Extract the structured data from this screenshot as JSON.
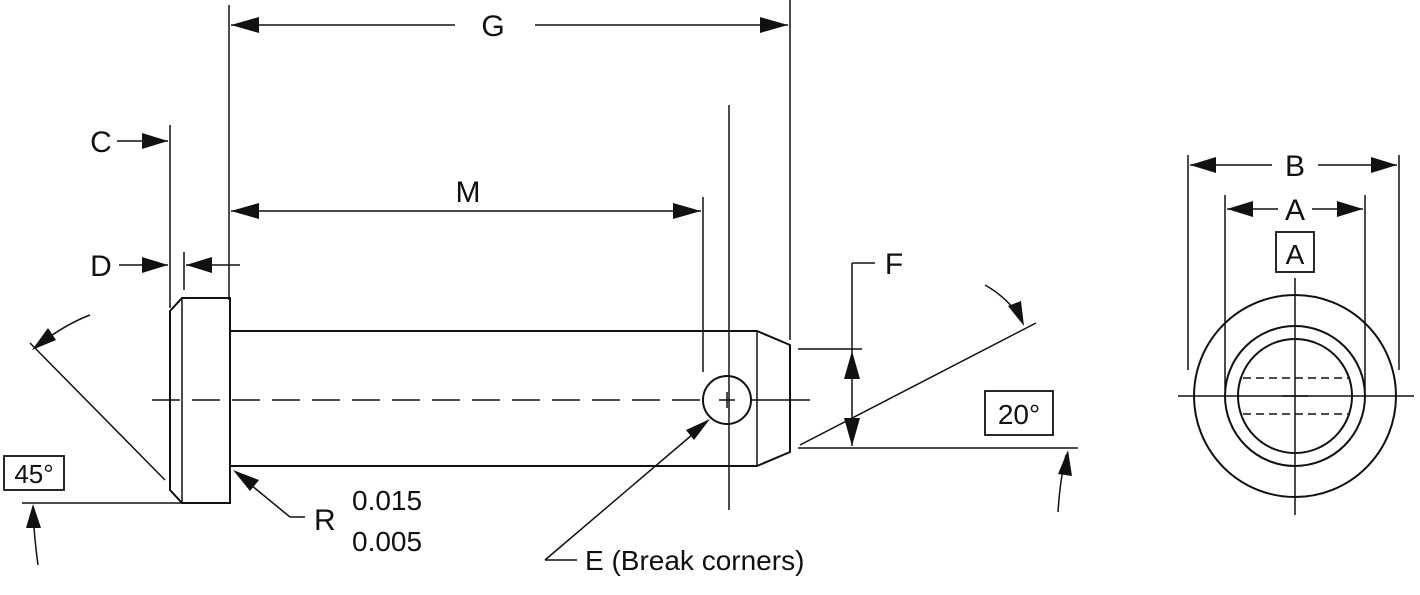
{
  "labels": {
    "g": "G",
    "m": "M",
    "c": "C",
    "d": "D",
    "f": "F",
    "b": "B",
    "a": "A",
    "datum": "A",
    "angle_20": "20°",
    "angle_45": "45°",
    "r": "R",
    "r_max": "0.015",
    "r_min": "0.005",
    "e": "E (Break corners)"
  }
}
